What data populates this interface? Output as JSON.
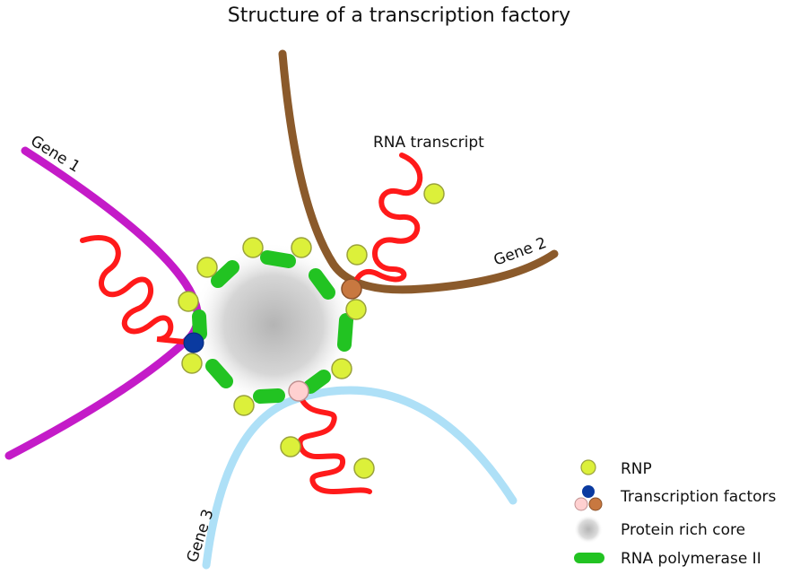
{
  "title": "Structure of a transcription factory",
  "labels": {
    "gene1": "Gene 1",
    "gene2": "Gene 2",
    "gene3": "Gene 3",
    "rna_transcript": "RNA transcript"
  },
  "legend": {
    "rnp": "RNP",
    "transcription_factors": "Transcription factors",
    "core": "Protein rich core",
    "polymerase": "RNA polymerase II"
  },
  "colors": {
    "gene1": "#c41bc8",
    "gene2": "#8b5a2b",
    "gene3": "#aee0f7",
    "rna": "#ff1a1a",
    "polymerase": "#22c322",
    "rnp": "#dcf03a",
    "tf_blue": "#0a3aa0",
    "tf_pink": "#ffd0d0",
    "tf_brown": "#c87840",
    "core": "#bdbdbd"
  }
}
